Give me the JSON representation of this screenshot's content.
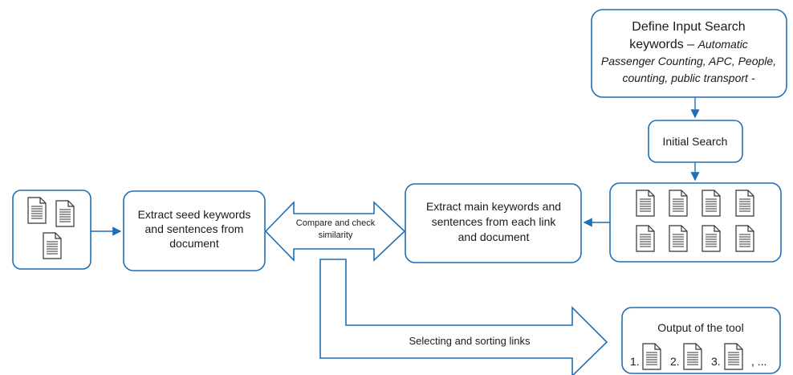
{
  "define_box": {
    "title_line1": "Define Input Search",
    "title_line2": "keywords – ",
    "keywords_part1": "Automatic",
    "keywords_part2": "Passenger Counting, APC, People,",
    "keywords_part3": "counting, public transport -"
  },
  "initial_search": {
    "label": "Initial Search"
  },
  "seed_box": {
    "line1": "Extract seed keywords",
    "line2": "and sentences from",
    "line3": "document"
  },
  "compare_arrow": {
    "line1": "Compare and check",
    "line2": "similarity"
  },
  "main_box": {
    "line1": "Extract main keywords and",
    "line2": "sentences from each link",
    "line3": "and document"
  },
  "select_arrow": {
    "label": "Selecting and sorting links"
  },
  "output_box": {
    "title": "Output of the tool",
    "item1": "1.",
    "item2": "2.",
    "item3": "3.",
    "ellipsis": ", ..."
  },
  "colors": {
    "stroke": "#1f6fb6",
    "text": "#1a1a1a",
    "doc_stroke": "#333333"
  },
  "icons": [
    "document-icon"
  ]
}
